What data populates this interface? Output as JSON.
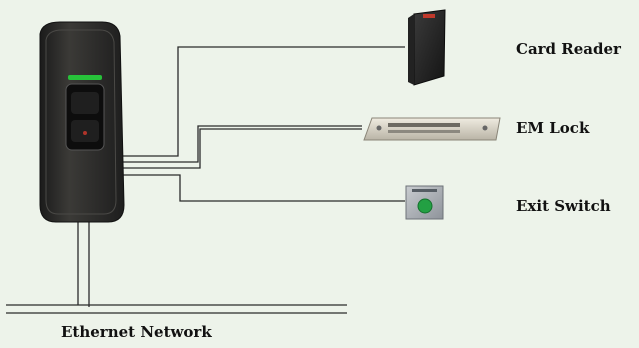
{
  "diagram": {
    "devices": [
      {
        "id": "card-reader",
        "label": "Card Reader",
        "icon": "card-reader-icon"
      },
      {
        "id": "em-lock",
        "label": "EM Lock",
        "icon": "em-lock-icon"
      },
      {
        "id": "exit-switch",
        "label": "Exit Switch",
        "icon": "exit-switch-icon"
      }
    ],
    "terminal_icon": "fingerprint-terminal-icon",
    "network_label": "Ethernet Network",
    "colors": {
      "background": "#edf3ea",
      "line": "#2b2b2b",
      "terminal_body": "#2a2a2a",
      "fingerprint_led": "#27c23a",
      "card_reader_led": "#c0392b",
      "em_lock_body": "#d8d3c6",
      "exit_button": "#23a043"
    }
  }
}
